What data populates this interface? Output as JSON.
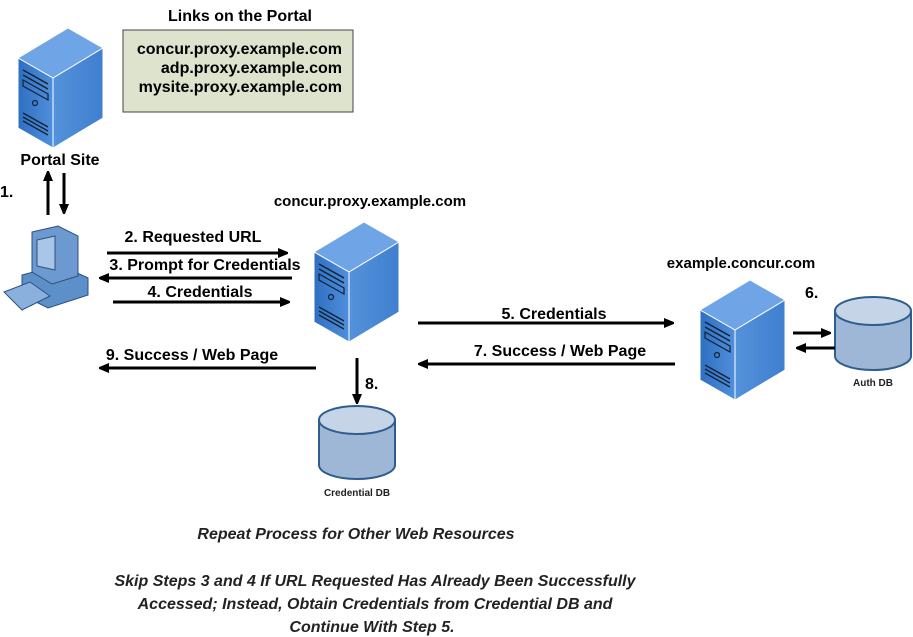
{
  "links_box": {
    "title": "Links on the Portal",
    "links": [
      "concur.proxy.example.com",
      "adp.proxy.example.com",
      "mysite.proxy.example.com"
    ],
    "fill": "#dde3cc"
  },
  "nodes": {
    "portal": "Portal Site",
    "proxy": "concur.proxy.example.com",
    "concur": "example.concur.com",
    "credential_db": "Credential DB",
    "auth_db": "Auth DB"
  },
  "steps": {
    "s1": "1.",
    "s2": "2. Requested URL",
    "s3": "3. Prompt for Credentials",
    "s4": "4. Credentials",
    "s5": "5. Credentials",
    "s6": "6.",
    "s7": "7. Success / Web Page",
    "s8": "8.",
    "s9": "9. Success / Web Page"
  },
  "notes": {
    "repeat": "Repeat Process for Other Web Resources",
    "skip": [
      "Skip Steps 3 and 4 If URL Requested Has Already Been Successfully",
      "Accessed; Instead, Obtain Credentials from Credential DB and",
      "Continue With Step 5."
    ]
  },
  "colors": {
    "server": "#3f7fcf",
    "db": "#b4c7df",
    "db_stroke": "#2f5d8f"
  }
}
